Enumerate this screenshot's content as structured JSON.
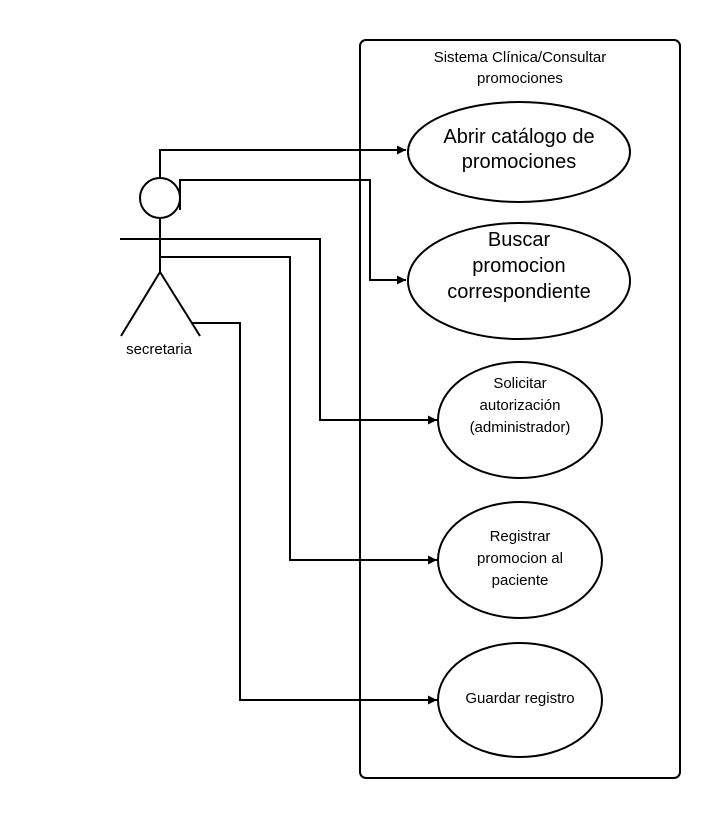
{
  "system": {
    "title_line1": "Sistema Clínica/Consultar",
    "title_line2": "promociones"
  },
  "actor": {
    "name": "secretaria"
  },
  "use_cases": [
    {
      "lines": [
        "Abrir catálogo de",
        "promociones"
      ]
    },
    {
      "lines": [
        "Buscar",
        "promocion",
        "correspondiente"
      ]
    },
    {
      "lines": [
        "Solicitar",
        "autorización",
        "(administrador)"
      ]
    },
    {
      "lines": [
        "Registrar",
        "promocion al",
        "paciente"
      ]
    },
    {
      "lines": [
        "Guardar registro"
      ]
    }
  ],
  "colors": {
    "stroke": "#000000",
    "background": "#ffffff"
  }
}
